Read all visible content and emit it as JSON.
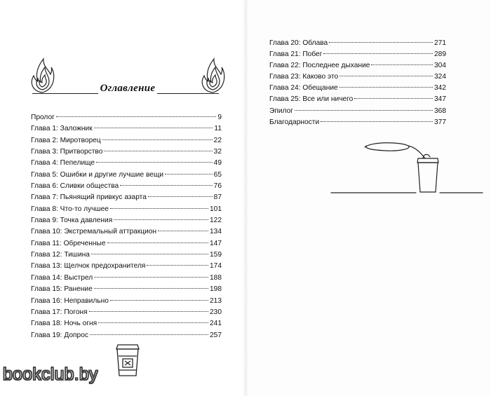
{
  "toc": {
    "title": "Оглавление",
    "left_entries": [
      {
        "label": "Пролог",
        "page": "9"
      },
      {
        "label": "Глава 1: Заложник",
        "page": "11"
      },
      {
        "label": "Глава 2: Миротворец",
        "page": "22"
      },
      {
        "label": "Глава 3: Притворство",
        "page": "32"
      },
      {
        "label": "Глава 4: Пепелище",
        "page": "49"
      },
      {
        "label": "Глава 5: Ошибки и другие лучшие вещи",
        "page": "65"
      },
      {
        "label": "Глава 6: Сливки общества",
        "page": "76"
      },
      {
        "label": "Глава 7: Пьянящий привкус азарта",
        "page": "87"
      },
      {
        "label": "Глава 8: Что-то лучшее",
        "page": "101"
      },
      {
        "label": "Глава 9: Точка давления",
        "page": "122"
      },
      {
        "label": "Глава 10: Экстремальный аттракцион",
        "page": "134"
      },
      {
        "label": "Глава 11: Обреченные",
        "page": "147"
      },
      {
        "label": "Глава 12: Тишина",
        "page": "159"
      },
      {
        "label": "Глава 13: Щелчок предохранителя",
        "page": "174"
      },
      {
        "label": "Глава 14: Выстрел",
        "page": "188"
      },
      {
        "label": "Глава 15: Ранение",
        "page": "198"
      },
      {
        "label": "Глава 16: Неправильно",
        "page": "213"
      },
      {
        "label": "Глава 17: Погоня",
        "page": "230"
      },
      {
        "label": "Глава 18: Ночь огня",
        "page": "241"
      },
      {
        "label": "Глава 19: Допрос",
        "page": "257"
      }
    ],
    "right_entries": [
      {
        "label": "Глава 20: Облава",
        "page": "271"
      },
      {
        "label": "Глава 21: Побег",
        "page": "289"
      },
      {
        "label": "Глава 22: Последнее дыхание",
        "page": "304"
      },
      {
        "label": "Глава 23: Каково это",
        "page": "324"
      },
      {
        "label": "Глава 24: Обещание",
        "page": "342"
      },
      {
        "label": "Глава 25: Все или ничего",
        "page": "347"
      },
      {
        "label": "Эпилог",
        "page": "368"
      },
      {
        "label": "Благодарности",
        "page": "377"
      }
    ]
  },
  "watermark": "bookclub.by",
  "icons": {
    "header_ornament": "flame-icon",
    "cup": "coffee-cup-icon",
    "lineart": "coffee-line-art"
  },
  "colors": {
    "ink": "#111111",
    "paper": "#ffffff"
  }
}
